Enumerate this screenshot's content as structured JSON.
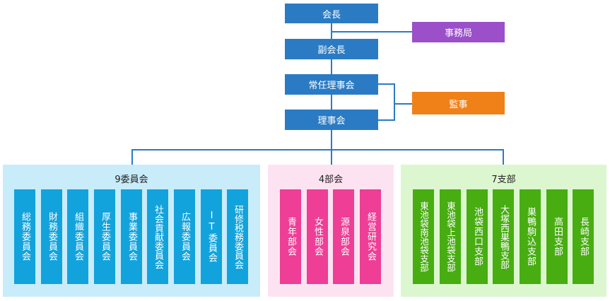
{
  "top": {
    "chairman": "会長",
    "secretariat": "事務局",
    "vice_chairman": "副会長",
    "standing_board": "常任理事会",
    "auditor": "監事",
    "board": "理事会"
  },
  "groups": [
    {
      "title": "9委員会",
      "items": [
        "総務委員会",
        "財務委員会",
        "組織委員会",
        "厚生委員会",
        "事業委員会",
        "社会貢献委員会",
        "広報委員会",
        "IT委員会",
        "研修税務委員会"
      ]
    },
    {
      "title": "4部会",
      "items": [
        "青年部会",
        "女性部会",
        "源泉部会",
        "経営研究会"
      ]
    },
    {
      "title": "7支部",
      "items": [
        "東池袋南池袋支部",
        "東池袋上池袋支部",
        "池袋西口支部",
        "大塚西巣鴨支部",
        "巣鴨駒込支部",
        "高田支部",
        "長崎支部"
      ]
    }
  ],
  "colors": {
    "main_blue": "#2b7bc4",
    "secretariat_purple": "#9b4fc9",
    "auditor_orange": "#f08119",
    "committee_bg": "#c9ecfb",
    "committee_item": "#12a3dc",
    "division_bg": "#fde3f1",
    "division_item": "#ee3e96",
    "branch_bg": "#dcf7cf",
    "branch_item": "#47ad11"
  }
}
